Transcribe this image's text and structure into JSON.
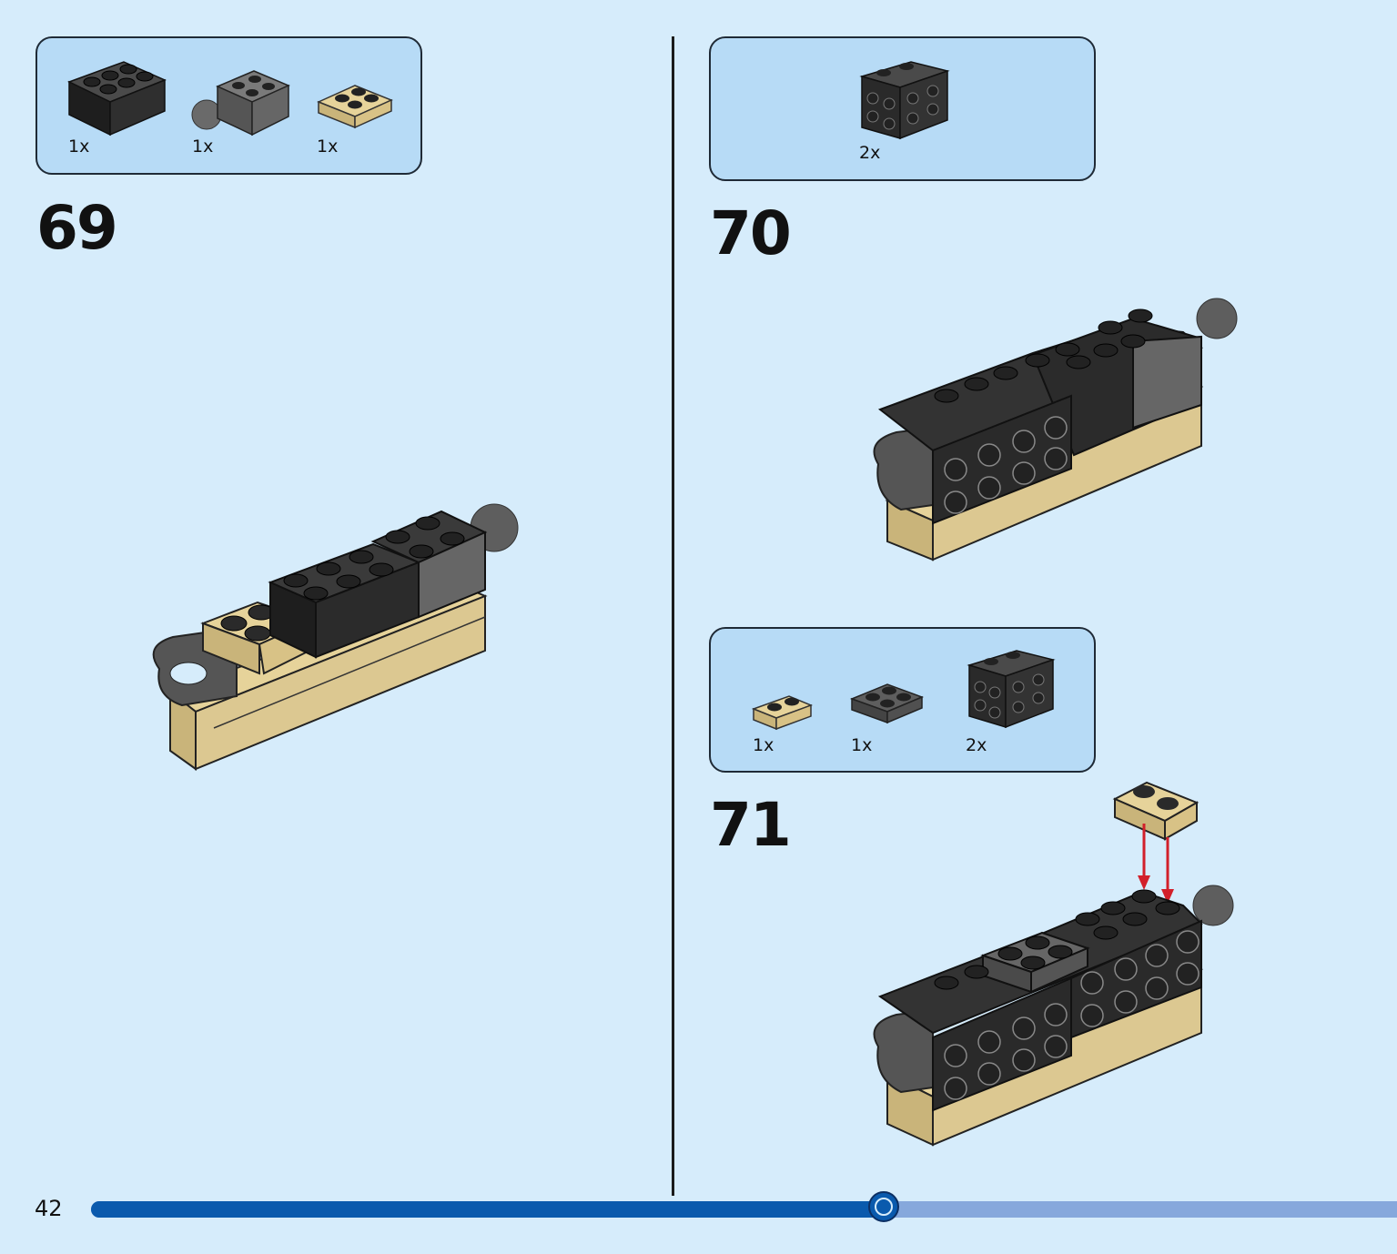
{
  "steps": [
    {
      "number": "69",
      "parts": [
        {
          "qty": "1x",
          "part": "black-brick-2x3"
        },
        {
          "qty": "1x",
          "part": "grey-brick-ball-joint"
        },
        {
          "qty": "1x",
          "part": "tan-plate-2x2"
        }
      ]
    },
    {
      "number": "70",
      "parts": [
        {
          "qty": "2x",
          "part": "black-bracket-plate"
        }
      ]
    },
    {
      "number": "71",
      "parts": [
        {
          "qty": "1x",
          "part": "tan-plate-1x2"
        },
        {
          "qty": "1x",
          "part": "grey-plate-2x2"
        },
        {
          "qty": "2x",
          "part": "black-bracket-plate"
        }
      ]
    }
  ],
  "footer": {
    "page_number": "42",
    "progress": 0.607
  },
  "colors": {
    "background": "#d6ecfb",
    "parts_box": "#b7dbf6",
    "black_brick": "#2b2b2b",
    "grey_brick": "#5e5e5e",
    "tan": "#dcc891",
    "arrow": "#d21f2a",
    "progress_fill": "#0a5aad",
    "progress_track": "#86a8dc"
  }
}
